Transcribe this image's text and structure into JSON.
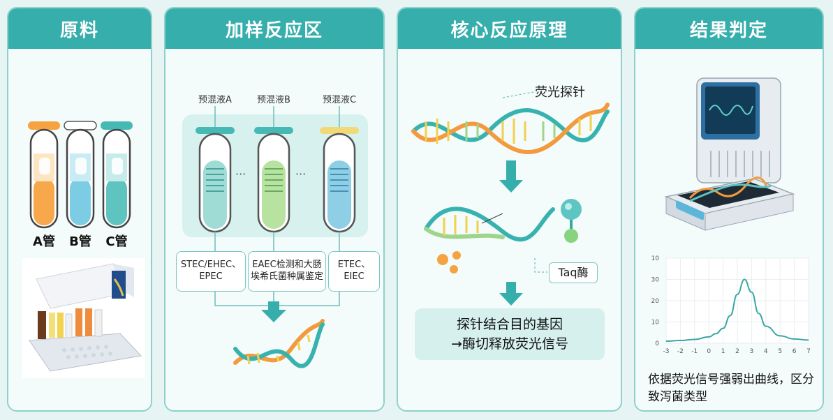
{
  "panels": {
    "materials": {
      "title": "原料",
      "tube_labels": [
        "A管",
        "B管",
        "C管"
      ]
    },
    "loading": {
      "title": "加样反应区",
      "premix_labels": [
        "预混液A",
        "预混液B",
        "预混液C"
      ],
      "dots": "···",
      "targets": [
        "STEC/EHEC、EPEC",
        "EAEC检测和大肠埃希氏菌种属鉴定",
        "ETEC、EIEC"
      ]
    },
    "principle": {
      "title": "核心反应原理",
      "probe_label": "荧光探针",
      "enzyme_label": "Taq酶",
      "result_line1": "探针结合目的基因",
      "result_line2": "→酶切释放荧光信号"
    },
    "judgement": {
      "title": "结果判定",
      "note": "依据荧光信号强弱出曲线，区分致泻菌类型"
    }
  },
  "chart_data": {
    "type": "line",
    "x_ticks": [
      "-3",
      "-2",
      "-1",
      "0",
      "1",
      "2",
      "3",
      "4",
      "5",
      "6",
      "7"
    ],
    "y_ticks": [
      "0",
      "10",
      "20",
      "30",
      "10"
    ],
    "xlim": [
      -3,
      7
    ],
    "ylim": [
      0,
      40
    ],
    "x": [
      -3,
      -2,
      -1,
      0,
      0.5,
      1,
      1.5,
      2,
      2.5,
      3,
      3.5,
      4,
      5,
      6,
      7
    ],
    "y": [
      1,
      1.3,
      1.8,
      3,
      4.5,
      7,
      13,
      23,
      30,
      24,
      14,
      8,
      3.5,
      2,
      1.5
    ],
    "grid": true
  },
  "colors": {
    "teal": "#36aeab",
    "orange": "#f5a340",
    "green": "#9fd48c",
    "blue": "#5bb6da"
  }
}
